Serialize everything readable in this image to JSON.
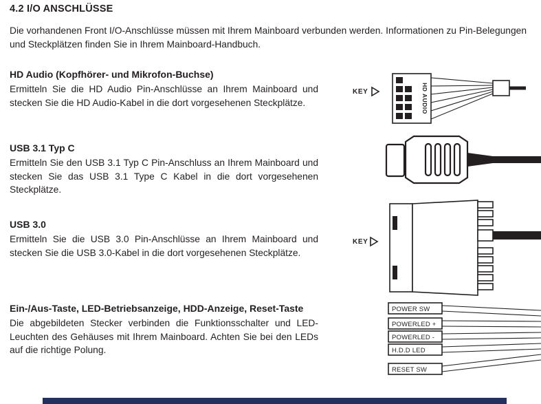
{
  "document": {
    "title": "4.2 I/O ANSCHLÜSSE",
    "intro": "Die vorhandenen Front I/O-Anschlüsse müssen mit Ihrem Mainboard verbunden werden. Informationen zu Pin-Belegungen und Steckplätzen finden Sie in Ihrem Mainboard-Handbuch."
  },
  "sections": [
    {
      "heading": "HD Audio (Kopfhörer- und Mikrofon-Buchse)",
      "body": "Ermitteln Sie die HD Audio Pin-Anschlüsse an Ihrem Mainboard und stecken Sie die HD Audio-Kabel in die dort vorgesehenen Steckplätze."
    },
    {
      "heading": "USB 3.1 Typ C",
      "body": "Ermitteln Sie den USB 3.1 Typ C Pin-Anschluss an Ihrem Mainboard und stecken Sie das USB 3.1 Type C Kabel in die dort vorgesehenen Steckplätze."
    },
    {
      "heading": "USB 3.0",
      "body": "Ermitteln Sie die USB 3.0 Pin-Anschlüsse an Ihrem Mainboard und stecken Sie die USB 3.0-Kabel in die dort vorgesehenen Steckplätze."
    },
    {
      "heading": "Ein-/Aus-Taste, LED-Betriebsanzeige, HDD-Anzeige, Reset-Taste",
      "body": "Die abgebildeten Stecker verbinden die Funktionsschalter und LED-Leuchten des Gehäuses mit Ihrem Mainboard. Achten Sie bei den LEDs auf die richtige Polung."
    }
  ],
  "diagrams": {
    "hd_audio": {
      "key_label": "KEY",
      "connector_label": "HD AUDIO"
    },
    "usb30": {
      "key_label": "KEY"
    },
    "front_panel": {
      "connectors": [
        "POWER SW",
        "POWERLED +",
        "POWERLED -",
        "H.D.D LED",
        "RESET SW"
      ]
    }
  },
  "colors": {
    "footer_bar": "#232f5e",
    "text": "#231f20"
  }
}
